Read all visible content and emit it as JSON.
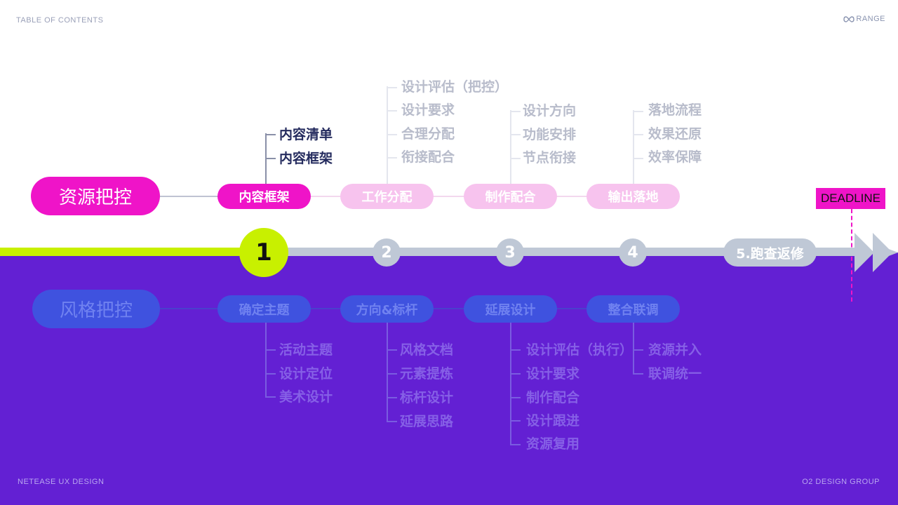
{
  "header": {
    "toc_label": "TABLE OF CONTENTS",
    "brand_label": "RANGE"
  },
  "footer": {
    "left_label": "NETEASE UX DESIGN",
    "right_label": "O2 DESIGN GROUP"
  },
  "colors": {
    "magenta": "#ef14c8",
    "pink_light": "#f7c3ee",
    "purple_bg": "#6320d3",
    "blue_pill": "#3f52df",
    "lime": "#c8f000",
    "gray_track": "#bfc8d6"
  },
  "tracks": {
    "resource_control": "资源把控",
    "style_control": "风格把控"
  },
  "timeline": {
    "milestone_1": "1",
    "milestone_2": "2",
    "milestone_3": "3",
    "milestone_4": "4",
    "milestone_5": "5.跑查返修",
    "deadline": "DEADLINE",
    "progress_fraction": 0.29
  },
  "resource_stages": [
    {
      "label": "内容框架",
      "items": [
        "内容清单",
        "内容框架"
      ]
    },
    {
      "label": "工作分配",
      "items": [
        "设计评估（把控）",
        "设计要求",
        "合理分配",
        "衔接配合"
      ]
    },
    {
      "label": "制作配合",
      "items": [
        "设计方向",
        "功能安排",
        "节点衔接"
      ]
    },
    {
      "label": "输出落地",
      "items": [
        "落地流程",
        "效果还原",
        "效率保障"
      ]
    }
  ],
  "style_stages": [
    {
      "label": "确定主题",
      "items": [
        "活动主题",
        "设计定位",
        "美术设计"
      ]
    },
    {
      "label": "方向&标杆",
      "items": [
        "风格文档",
        "元素提炼",
        "标杆设计",
        "延展思路"
      ]
    },
    {
      "label": "延展设计",
      "items": [
        "设计评估（执行）",
        "设计要求",
        "制作配合",
        "设计跟进",
        "资源复用"
      ]
    },
    {
      "label": "整合联调",
      "items": [
        "资源并入",
        "联调统一"
      ]
    }
  ]
}
